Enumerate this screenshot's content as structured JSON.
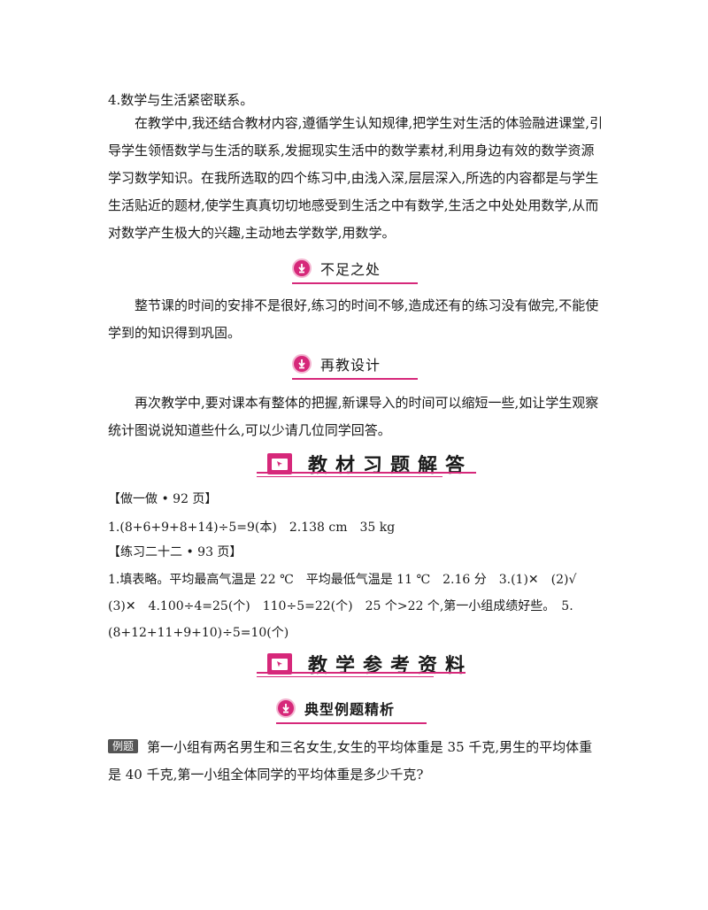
{
  "section4": {
    "title": "4.数学与生活紧密联系。",
    "body": "在教学中,我还结合教材内容,遵循学生认知规律,把学生对生活的体验融进课堂,引导学生领悟数学与生活的联系,发掘现实生活中的数学素材,利用身边有效的数学资源学习数学知识。在我所选取的四个练习中,由浅入深,层层深入,所选的内容都是与学生生活贴近的题材,使学生真真切切地感受到生活之中有数学,生活之中处处用数学,从而对数学产生极大的兴趣,主动地去学数学,用数学。"
  },
  "shortcomings": {
    "heading": "不足之处",
    "body": "整节课的时间的安排不是很好,练习的时间不够,造成还有的练习没有做完,不能使学到的知识得到巩固。"
  },
  "redesign": {
    "heading": "再教设计",
    "body": "再次教学中,要对课本有整体的把握,新课导入的时间可以缩短一些,如让学生观察统计图说说知道些什么,可以少请几位同学回答。"
  },
  "answers": {
    "heading": "教材习题解答",
    "do_it_label": "【做一做 • 92 页】",
    "do_it_answer": "1.(8+6+9+8+14)÷5=9(本)　2.138 cm　35 kg",
    "practice_label": "【练习二十二 • 93 页】",
    "practice_answer": "1.填表略。平均最高气温是 22 ℃　平均最低气温是 11 ℃　2.16 分　3.(1)✕　(2)√　(3)✕　4.100÷4=25(个)　110÷5=22(个)　25 个>22 个,第一小组成绩好些。　5.(8+12+11+9+10)÷5=10(个)"
  },
  "reference": {
    "heading": "教学参考资料",
    "sub_heading": "典型例题精析",
    "example_tag": "例题",
    "example_text": "第一小组有两名男生和三名女生,女生的平均体重是 35 千克,男生的平均体重是 40 千克,第一小组全体同学的平均体重是多少千克?"
  },
  "colors": {
    "accent": "#d6287a"
  },
  "icons": {
    "small_head": "down-arrow-circle-icon",
    "big_head": "monitor-cursor-icon"
  }
}
